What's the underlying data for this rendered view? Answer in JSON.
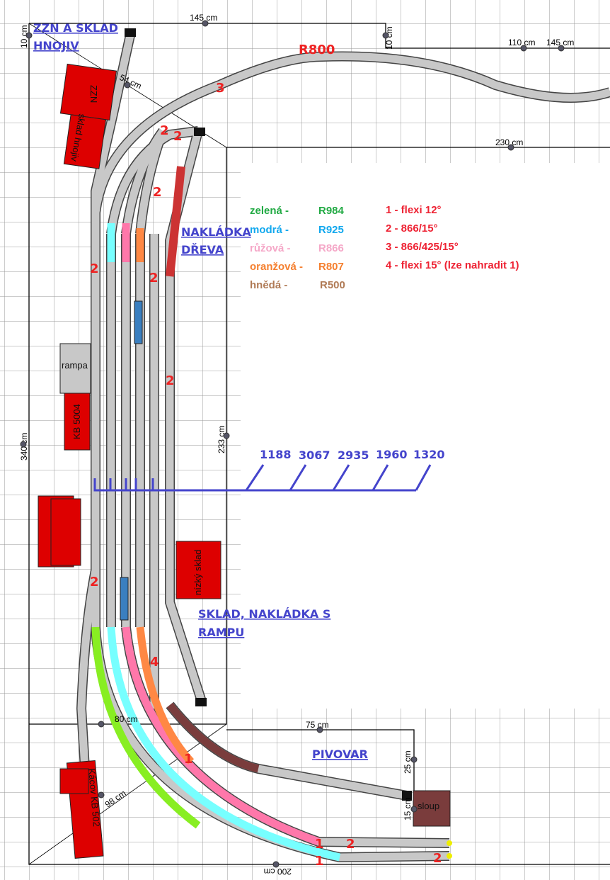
{
  "labels": {
    "zzn_line1": "ZZN A SKLAD",
    "zzn_line2": "HNOJIV",
    "nakladka_line1": "NAKLÁDKA",
    "nakladka_line2": "DŘEVA",
    "sklad_line1": "SKLAD, NAKLÁDKA S",
    "sklad_line2": "RAMPU",
    "pivovar": "PIVOVAR",
    "radius_main": "R800"
  },
  "legend_colors": [
    {
      "name": "zelená -",
      "radius": "R984",
      "color": "#22aa44"
    },
    {
      "name": "modrá -",
      "radius": "R925",
      "color": "#11a8ee"
    },
    {
      "name": "růžová -",
      "radius": "R866",
      "color": "#f5a8c8"
    },
    {
      "name": "oranžová -",
      "radius": "R807",
      "color": "#f58030"
    },
    {
      "name": "hnědá -",
      "radius": "R500",
      "color": "#b07a55"
    }
  ],
  "legend_turnouts": [
    "1 - flexi 12°",
    "2 - 866/15°",
    "3 - 866/425/15°",
    "4 - flexi 15° (lze nahradit 1)"
  ],
  "track_lengths": [
    "1188",
    "3067",
    "2935",
    "1960",
    "1320"
  ],
  "dimensions": {
    "top_145": "145 cm",
    "left_10": "10 cm",
    "top_10": "10 cm",
    "right_110": "110 cm",
    "right_145": "145 cm",
    "right_230": "230 cm",
    "mid_233": "233 cm",
    "left_340": "340 cm",
    "diag_54": "54 cm",
    "bottom_80": "80 cm",
    "bottom_75": "75 cm",
    "diag_98": "98 cm",
    "right_25": "25 cm",
    "right_15": "15 cm",
    "bottom_200": "200 cm"
  },
  "buildings": {
    "rampa": "rampa",
    "kb5004": "KB 5004",
    "nizky_sklad": "nízký sklad",
    "kacov": "Kácov KB 502",
    "sloup": "sloup",
    "sklad_hnojiv": "sklad hnojiv",
    "zzn": "ZZN"
  },
  "turnout_marks": [
    "1",
    "2",
    "3",
    "4"
  ],
  "colors": {
    "grid": "#999999",
    "track": "#c8c8c8",
    "building": "#dd0000",
    "sloup": "#7a3c3c",
    "brown": "#7a3c3c"
  }
}
